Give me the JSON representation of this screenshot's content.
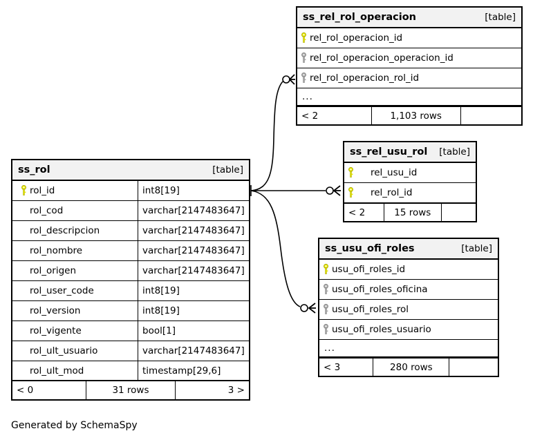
{
  "diagram": {
    "footer_note": "Generated by SchemaSpy",
    "table_tag": "[table]",
    "ellipsis": "...",
    "colors": {
      "primary_key": "#e8e800",
      "foreign_key": "#a0a0a0",
      "header_bg": "#f2f2f2",
      "border": "#000000",
      "background": "#ffffff"
    }
  },
  "tables": [
    {
      "name": "ss_rel_rol_operacion",
      "tag": "[table]",
      "columns": [
        {
          "key": "primary",
          "name": "rel_rol_operacion_id",
          "type": ""
        },
        {
          "key": "foreign",
          "name": "rel_rol_operacion_operacion_id",
          "type": ""
        },
        {
          "key": "foreign",
          "name": "rel_rol_operacion_rol_id",
          "type": ""
        }
      ],
      "has_ellipsis": true,
      "footer": {
        "left": "< 2",
        "middle": "1,103 rows",
        "right": ""
      }
    },
    {
      "name": "ss_rel_usu_rol",
      "tag": "[table]",
      "columns": [
        {
          "key": "primary",
          "name": "rel_usu_id",
          "type": ""
        },
        {
          "key": "primary",
          "name": "rel_rol_id",
          "type": ""
        }
      ],
      "has_ellipsis": false,
      "footer": {
        "left": "< 2",
        "middle": "15 rows",
        "right": ""
      }
    },
    {
      "name": "ss_usu_ofi_roles",
      "tag": "[table]",
      "columns": [
        {
          "key": "primary",
          "name": "usu_ofi_roles_id",
          "type": ""
        },
        {
          "key": "foreign",
          "name": "usu_ofi_roles_oficina",
          "type": ""
        },
        {
          "key": "foreign",
          "name": "usu_ofi_roles_rol",
          "type": ""
        },
        {
          "key": "foreign",
          "name": "usu_ofi_roles_usuario",
          "type": ""
        }
      ],
      "has_ellipsis": true,
      "footer": {
        "left": "< 3",
        "middle": "280 rows",
        "right": ""
      }
    },
    {
      "name": "ss_rol",
      "tag": "[table]",
      "columns": [
        {
          "key": "primary",
          "name": "rol_id",
          "type": "int8[19]"
        },
        {
          "key": "none",
          "name": "rol_cod",
          "type": "varchar[2147483647]"
        },
        {
          "key": "none",
          "name": "rol_descripcion",
          "type": "varchar[2147483647]"
        },
        {
          "key": "none",
          "name": "rol_nombre",
          "type": "varchar[2147483647]"
        },
        {
          "key": "none",
          "name": "rol_origen",
          "type": "varchar[2147483647]"
        },
        {
          "key": "none",
          "name": "rol_user_code",
          "type": "int8[19]"
        },
        {
          "key": "none",
          "name": "rol_version",
          "type": "int8[19]"
        },
        {
          "key": "none",
          "name": "rol_vigente",
          "type": "bool[1]"
        },
        {
          "key": "none",
          "name": "rol_ult_usuario",
          "type": "varchar[2147483647]"
        },
        {
          "key": "none",
          "name": "rol_ult_mod",
          "type": "timestamp[29,6]"
        }
      ],
      "has_ellipsis": false,
      "footer": {
        "left": "< 0",
        "middle": "31 rows",
        "right": "3 >"
      }
    }
  ],
  "relationships": [
    {
      "from": "ss_rol.rol_id",
      "to": "ss_rel_rol_operacion.rel_rol_operacion_rol_id",
      "cardinality": "zero-or-many"
    },
    {
      "from": "ss_rol.rol_id",
      "to": "ss_rel_usu_rol.rel_rol_id",
      "cardinality": "zero-or-many"
    },
    {
      "from": "ss_rol.rol_id",
      "to": "ss_usu_ofi_roles.usu_ofi_roles_rol",
      "cardinality": "zero-or-many"
    }
  ]
}
